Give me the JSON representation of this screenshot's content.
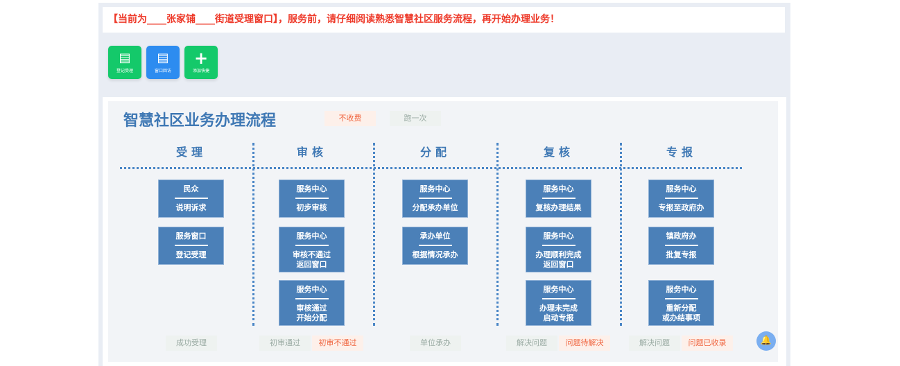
{
  "notice": "【当前为____张家铺____街道受理窗口】，服务前，请仔细阅读熟悉智慧社区服务流程，再开始办理业务！",
  "buttons": [
    {
      "label": "登记受理",
      "icon": "document-icon",
      "color": "#14c96a"
    },
    {
      "label": "窗口回访",
      "icon": "document-icon",
      "color": "#2d8cf0"
    },
    {
      "label": "添加快捷",
      "icon": "plus-icon",
      "color": "#14c96a"
    }
  ],
  "flow": {
    "title": "智慧社区业务办理流程",
    "tags": [
      "不收费",
      "跑一次"
    ],
    "columns": [
      {
        "name": "受理",
        "boxes": [
          {
            "a": "民众",
            "b": "说明诉求"
          },
          {
            "a": "服务窗口",
            "b": "登记受理"
          }
        ],
        "footer": [
          "成功受理"
        ]
      },
      {
        "name": "审核",
        "boxes": [
          {
            "a": "服务中心",
            "b": "初步审核"
          },
          {
            "a": "服务中心",
            "b": "审核不通过\n返回窗口"
          },
          {
            "a": "服务中心",
            "b": "审核通过\n开始分配"
          }
        ],
        "footer": [
          "初审通过",
          "初审不通过"
        ]
      },
      {
        "name": "分配",
        "boxes": [
          {
            "a": "服务中心",
            "b": "分配承办单位"
          },
          {
            "a": "承办单位",
            "b": "根据情况承办"
          }
        ],
        "footer": [
          "单位承办"
        ]
      },
      {
        "name": "复核",
        "boxes": [
          {
            "a": "服务中心",
            "b": "复核办理结果"
          },
          {
            "a": "服务中心",
            "b": "办理顺利完成\n返回窗口"
          },
          {
            "a": "服务中心",
            "b": "办理未完成\n启动专报"
          }
        ],
        "footer": [
          "解决问题",
          "问题待解决"
        ]
      },
      {
        "name": "专报",
        "boxes": [
          {
            "a": "服务中心",
            "b": "专报至政府办"
          },
          {
            "a": "镇政府办",
            "b": "批复专报"
          },
          {
            "a": "服务中心",
            "b": "重新分配\n或办结事项"
          }
        ],
        "footer": [
          "解决问题",
          "问题已收录"
        ]
      }
    ]
  },
  "bell_icon": "bell-icon"
}
